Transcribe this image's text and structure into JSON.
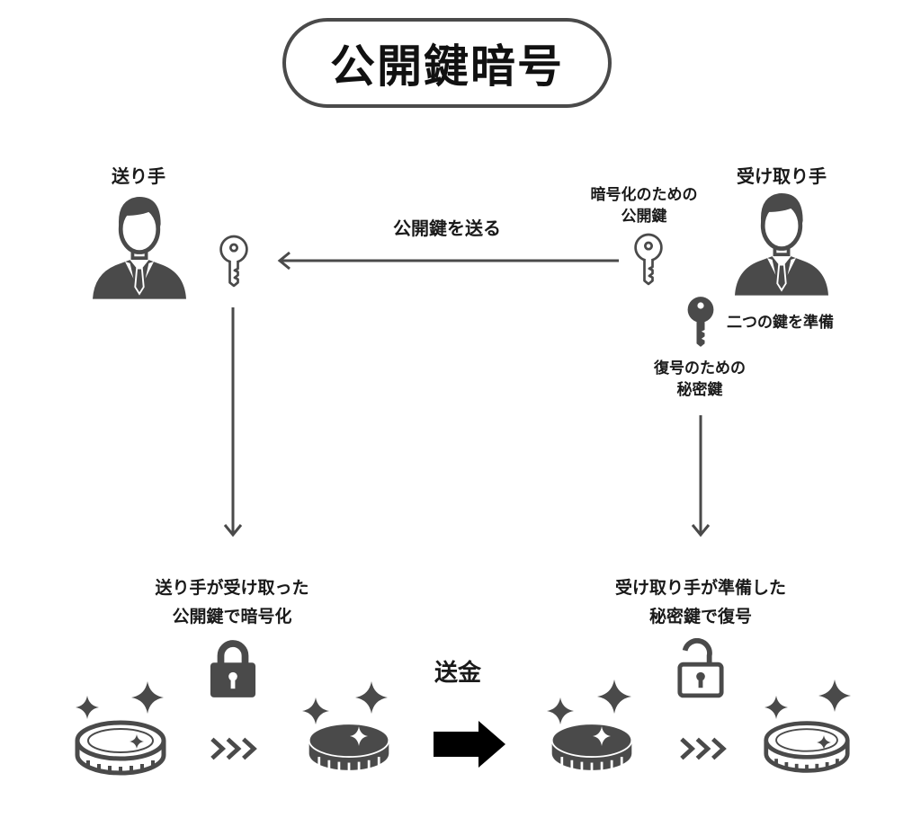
{
  "title": "公開鍵暗号",
  "sender": {
    "label": "送り手"
  },
  "receiver": {
    "label": "受け取り手",
    "prepare_note": "二つの鍵を準備"
  },
  "public_key": {
    "caption_line1": "暗号化のための",
    "caption_line2": "公開鍵"
  },
  "private_key": {
    "caption_line1": "復号のための",
    "caption_line2": "秘密鍵"
  },
  "send_key_label": "公開鍵を送る",
  "encrypt_step": {
    "line1": "送り手が受け取った",
    "line2": "公開鍵で暗号化"
  },
  "decrypt_step": {
    "line1": "受け取り手が準備した",
    "line2": "秘密鍵で復号"
  },
  "transfer_label": "送金",
  "colors": {
    "dark": "#4a4a4a",
    "text": "#1a1a1a",
    "light": "#ffffff"
  },
  "icons": [
    "person-icon",
    "key-icon",
    "lock-closed-icon",
    "lock-open-icon",
    "coin-icon",
    "sparkle-icon",
    "chevrons-icon",
    "arrow-right-icon"
  ]
}
